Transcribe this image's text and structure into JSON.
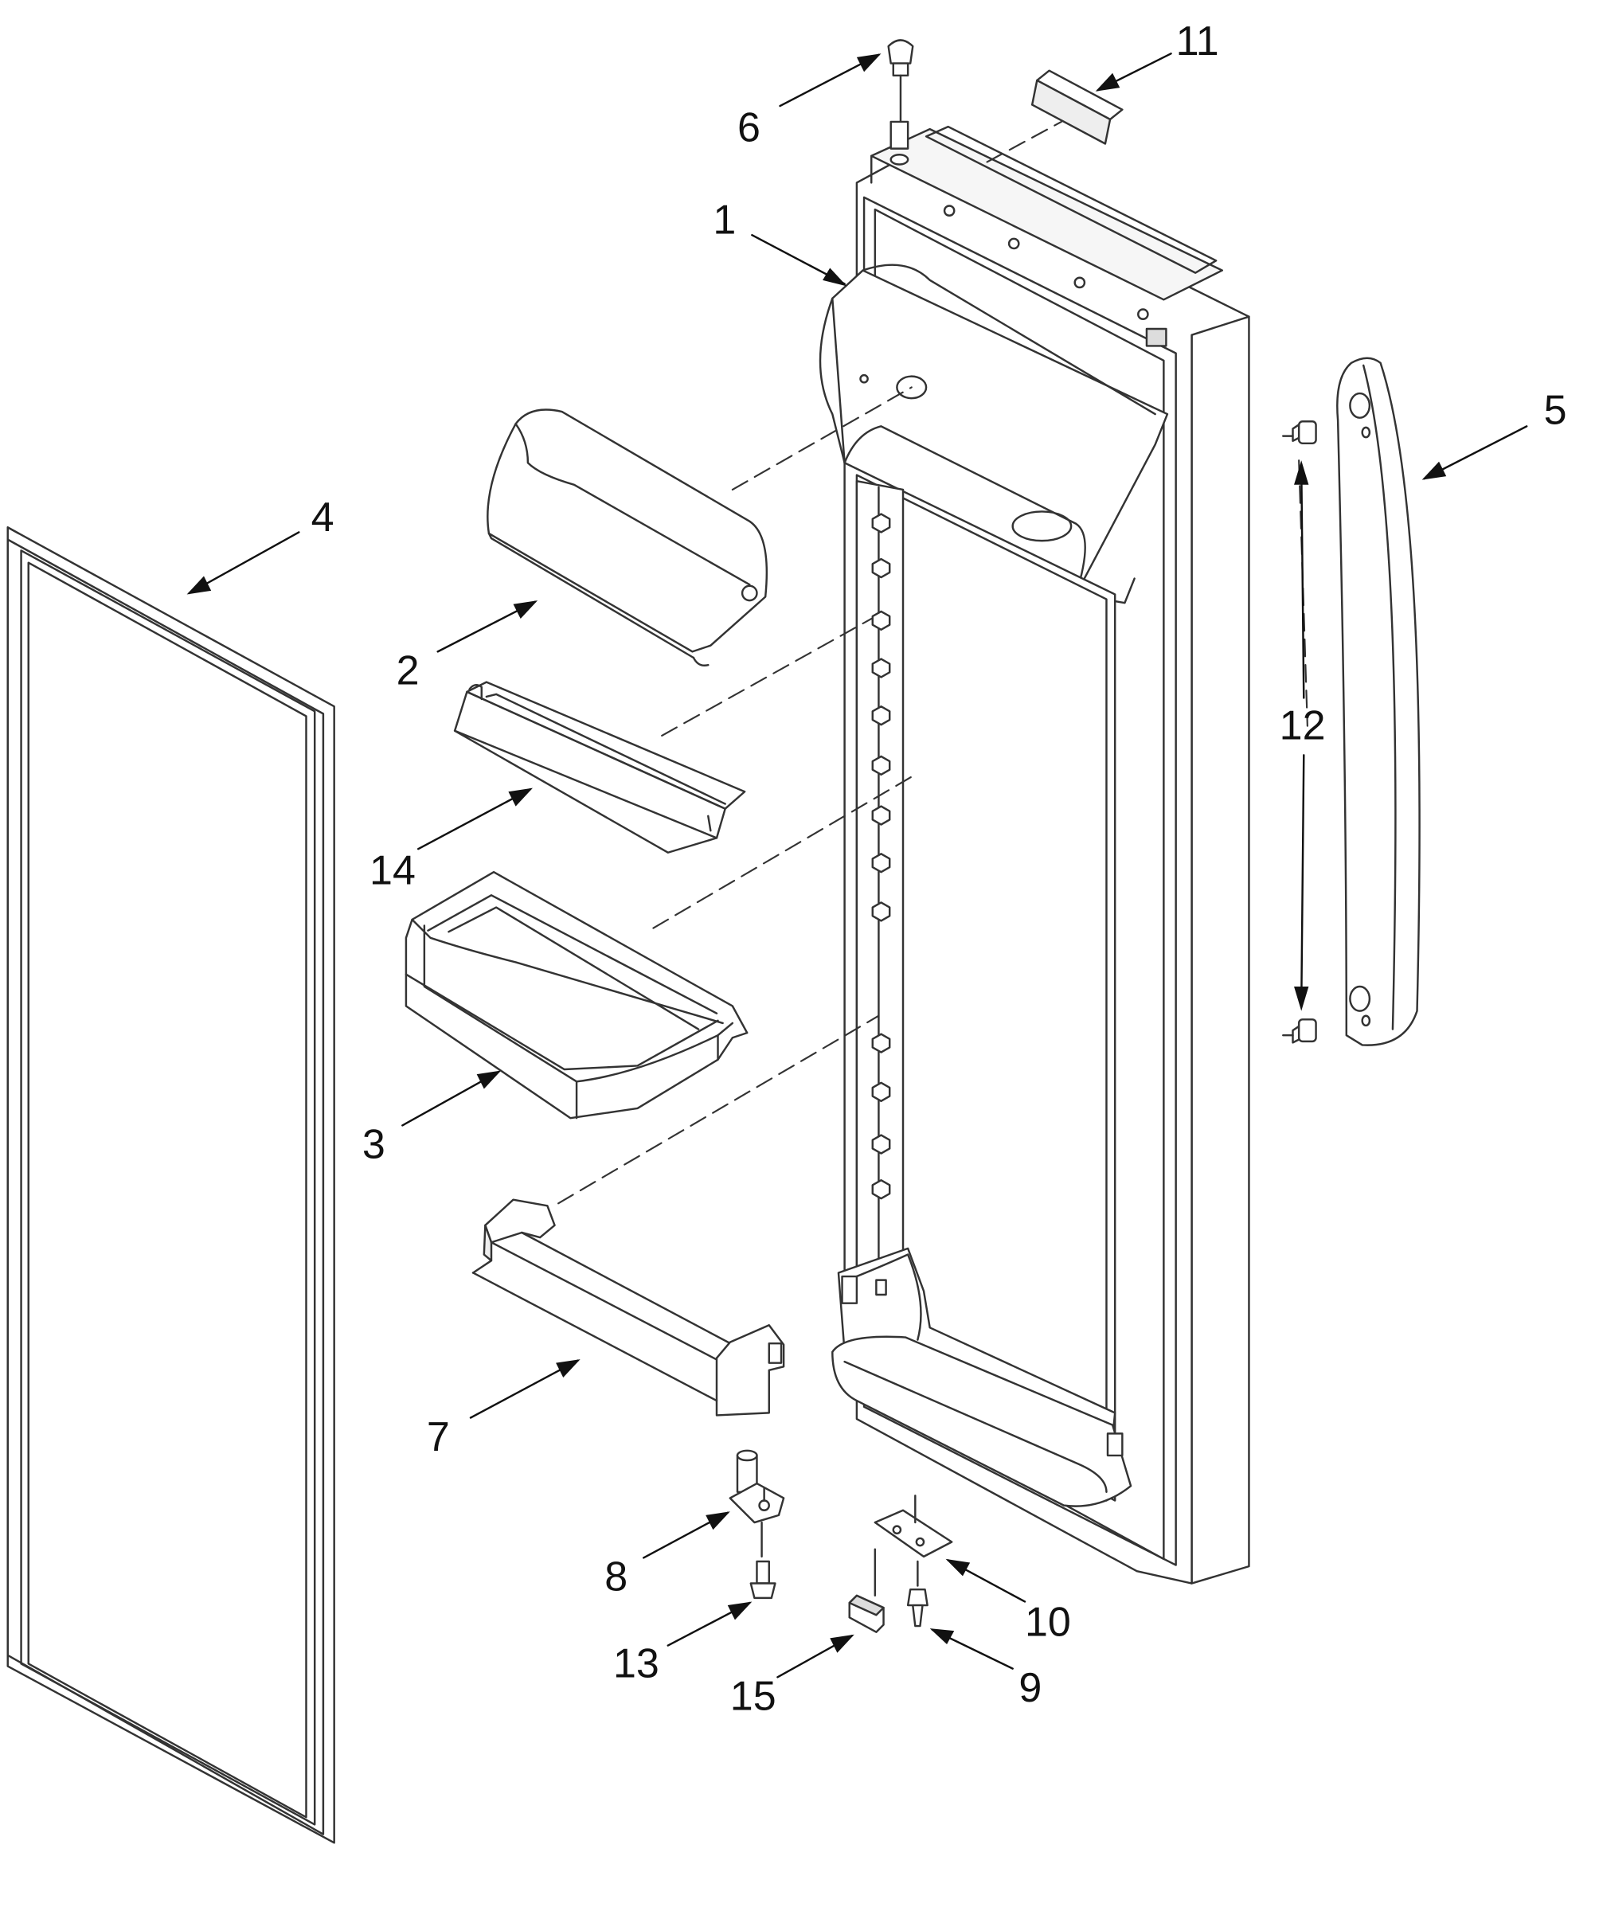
{
  "callouts": [
    {
      "id": "1",
      "label": "1",
      "part": "door-liner"
    },
    {
      "id": "2",
      "label": "2",
      "part": "dairy-door-cover"
    },
    {
      "id": "3",
      "label": "3",
      "part": "door-bin"
    },
    {
      "id": "4",
      "label": "4",
      "part": "door-gasket"
    },
    {
      "id": "5",
      "label": "5",
      "part": "door-handle"
    },
    {
      "id": "6",
      "label": "6",
      "part": "top-hinge-pin"
    },
    {
      "id": "7",
      "label": "7",
      "part": "door-shelf-rail"
    },
    {
      "id": "8",
      "label": "8",
      "part": "bottom-hinge"
    },
    {
      "id": "9",
      "label": "9",
      "part": "screw"
    },
    {
      "id": "10",
      "label": "10",
      "part": "hinge-bracket"
    },
    {
      "id": "11",
      "label": "11",
      "part": "hinge-cover"
    },
    {
      "id": "12",
      "label": "12",
      "part": "handle-studs"
    },
    {
      "id": "13",
      "label": "13",
      "part": "hinge-screw"
    },
    {
      "id": "14",
      "label": "14",
      "part": "wire-shelf-retainer"
    },
    {
      "id": "15",
      "label": "15",
      "part": "door-closer-cam"
    }
  ],
  "colors": {
    "line": "#333333",
    "fill": "#ffffff",
    "shade": "#f2f2f2",
    "text": "#111111"
  }
}
